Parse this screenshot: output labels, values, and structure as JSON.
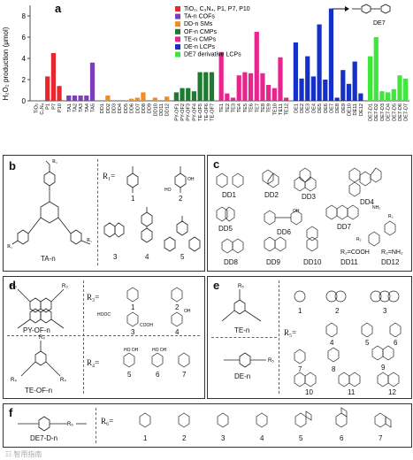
{
  "chart_data": {
    "type": "bar",
    "panel_label": "a",
    "ylabel": "H₂O₂ production (μmol)",
    "ylim": [
      0,
      9
    ],
    "yticks": [
      0,
      2,
      4,
      6,
      8
    ],
    "grid": false,
    "legend_position": "top-center",
    "annotation": "DE7",
    "groups": [
      {
        "name": "TiO₂, C₃N₄, P1, P7, P10",
        "color": "#e8262b",
        "categories": [
          "TiO₂",
          "C₃N₄",
          "P1",
          "P7",
          "P10"
        ],
        "values": [
          0,
          0,
          2.3,
          4.5,
          1.4
        ]
      },
      {
        "name": "TA-n COFs",
        "color": "#7b3fb8",
        "categories": [
          "TA1",
          "TA2",
          "TA3",
          "TA4",
          "TA5"
        ],
        "values": [
          0.5,
          0.5,
          0.5,
          0.5,
          3.6
        ]
      },
      {
        "name": "DD-n SMs",
        "color": "#f28c1e",
        "categories": [
          "DD1",
          "DD2",
          "DD3",
          "DD4",
          "DD5",
          "DD6",
          "DD7",
          "DD8",
          "DD9",
          "DD10",
          "DD11",
          "DD12"
        ],
        "values": [
          0,
          0.5,
          0,
          0,
          0,
          0.2,
          0.3,
          0.8,
          0,
          0.3,
          0,
          0.4
        ]
      },
      {
        "name": "OF-n CMPs",
        "color": "#1e7a2e",
        "categories": [
          "PY-OF1",
          "PY-OF2",
          "PY-OF3",
          "PY-OF4",
          "TE-OF5",
          "TE-OF6",
          "TE-OF7"
        ],
        "values": [
          0.8,
          1.2,
          1.2,
          0.9,
          2.7,
          2.7,
          2.7
        ]
      },
      {
        "name": "TE-n CMPs",
        "color": "#e8258f",
        "categories": [
          "TE1",
          "TE2",
          "TE3",
          "TE4",
          "TE5",
          "TE6",
          "TE7",
          "TE8",
          "TE9",
          "TE10",
          "TE11",
          "TE12"
        ],
        "values": [
          4.6,
          0.7,
          0.3,
          2.4,
          2.7,
          2.6,
          6.5,
          2.6,
          1.5,
          1.2,
          4.1,
          0.3
        ]
      },
      {
        "name": "DE-n LCPs",
        "color": "#1530c9",
        "categories": [
          "DE1",
          "DE2",
          "DE3",
          "DE4",
          "DE5",
          "DE6",
          "DE7",
          "DE8",
          "DE9",
          "DE10",
          "DE11",
          "DE12"
        ],
        "values": [
          5.5,
          2.1,
          4.2,
          2.3,
          7.2,
          2.0,
          8.7,
          0.3,
          2.9,
          1.6,
          3.7,
          0.7
        ]
      },
      {
        "name": "DE7 derivative LCPs",
        "color": "#3de83a",
        "categories": [
          "DE7-D1",
          "DE7-D2",
          "DE7-D3",
          "DE7-D4",
          "DE7-D5",
          "DE7-D6",
          "DE7-D7"
        ],
        "values": [
          4.2,
          6.0,
          0.9,
          0.8,
          1.1,
          2.4,
          2.1
        ]
      }
    ]
  },
  "panels": {
    "b": {
      "label": "b",
      "r_label": "R₁=",
      "title": "TA-n",
      "numbers": [
        "1",
        "2",
        "3",
        "4",
        "5"
      ]
    },
    "c": {
      "label": "c",
      "names": [
        "DD1",
        "DD2",
        "DD3",
        "DD4",
        "DD5",
        "DD6",
        "DD7",
        "DD8",
        "DD9",
        "DD10",
        "DD11",
        "DD12"
      ],
      "r_notes": [
        "R₂=COOH",
        "R₂=NH₂"
      ]
    },
    "d": {
      "label": "d",
      "r3_label": "R₃=",
      "r4_label": "R₄=",
      "title1": "PY-OF-n",
      "title2": "TE-OF-n",
      "numbers": [
        "1",
        "2",
        "3",
        "4",
        "5",
        "6",
        "7"
      ]
    },
    "e": {
      "label": "e",
      "r5_label": "R₅=",
      "title1": "TE-n",
      "title2": "DE-n",
      "numbers": [
        "1",
        "2",
        "3",
        "4",
        "5",
        "6",
        "7",
        "8",
        "9",
        "10",
        "11",
        "12"
      ]
    },
    "f": {
      "label": "f",
      "r6_label": "R₆=",
      "title": "DE7-D-n",
      "numbers": [
        "1",
        "2",
        "3",
        "4",
        "5",
        "6",
        "7"
      ]
    }
  },
  "watermark": "☷ 智用指南"
}
